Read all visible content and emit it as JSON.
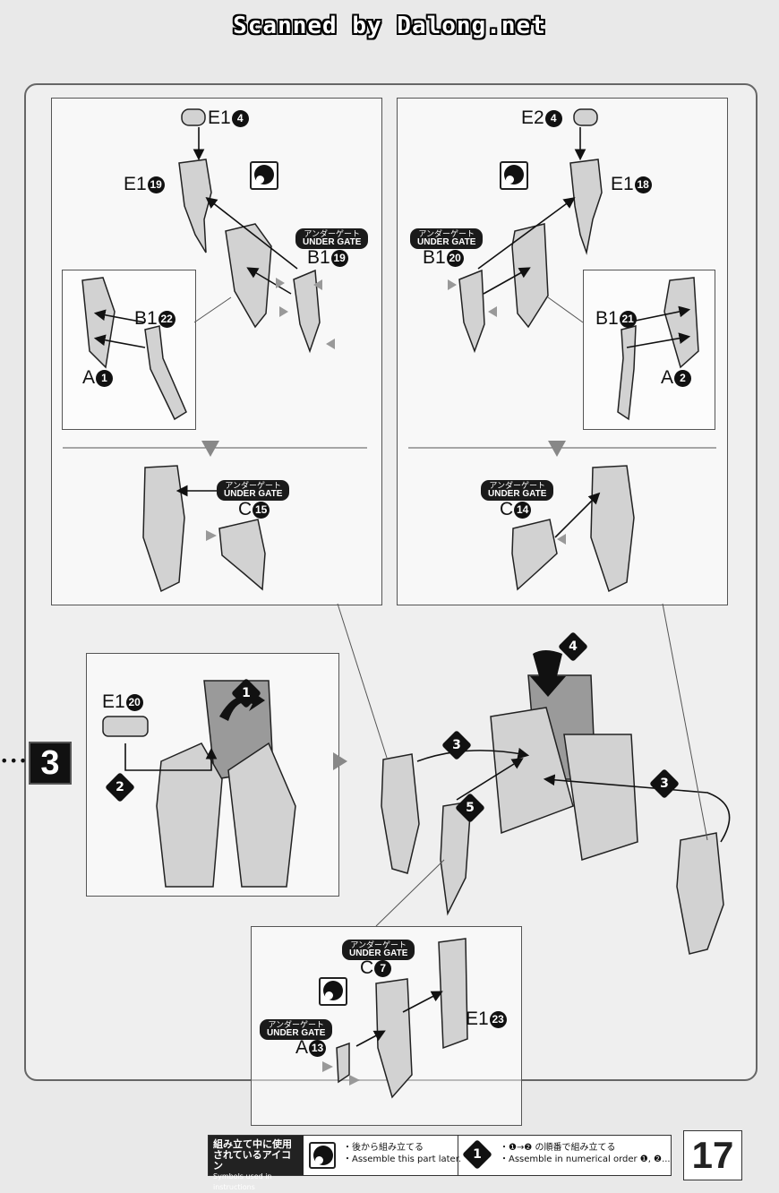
{
  "watermark": "Scanned by Dalong.net",
  "step_number": "3",
  "page_number": "17",
  "gate": {
    "jp": "アンダーゲート",
    "en": "UNDER GATE"
  },
  "left_panel": {
    "e1_top": "E1",
    "e1_top_num": "4",
    "e1_mid": "E1",
    "e1_mid_num": "19",
    "b1_a": "B1",
    "b1_a_num": "19",
    "b1_b": "B1",
    "b1_b_num": "22",
    "a_part": "A",
    "a_part_num": "1",
    "c_part": "C",
    "c_part_num": "15"
  },
  "right_panel": {
    "e2_top": "E2",
    "e2_top_num": "4",
    "e1_mid": "E1",
    "e1_mid_num": "18",
    "b1_a": "B1",
    "b1_a_num": "20",
    "b1_b": "B1",
    "b1_b_num": "21",
    "a_part": "A",
    "a_part_num": "2",
    "c_part": "C",
    "c_part_num": "14"
  },
  "lower": {
    "e1_part": "E1",
    "e1_part_num": "20",
    "c_part": "C",
    "c_part_num": "7",
    "a_part": "A",
    "a_part_num": "13",
    "e1b_part": "E1",
    "e1b_part_num": "23",
    "steps": [
      "1",
      "2",
      "3",
      "4",
      "5",
      "3"
    ]
  },
  "legend": {
    "title_jp_1": "組み立て中に使用",
    "title_jp_2": "されているアイコン",
    "title_en": "Symbols used in instructions",
    "later_jp": "・後から組み立てる",
    "later_en": "・Assemble this part later.",
    "order_jp": "・❶→❷ の順番で組み立てる",
    "order_en": "・Assemble in numerical order ❶, ❷...",
    "order_icon": "1"
  }
}
